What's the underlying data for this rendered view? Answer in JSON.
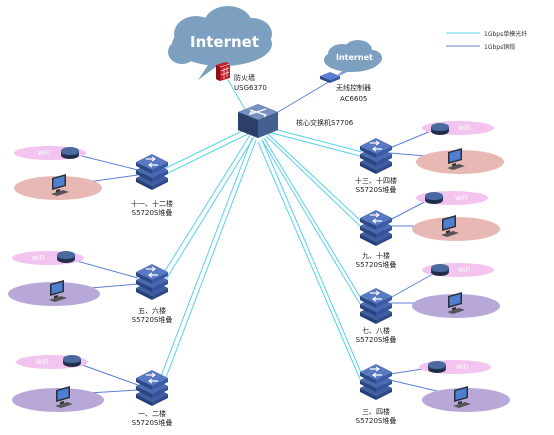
{
  "legend": {
    "items": [
      {
        "label": "1Gbps单模光纤",
        "color": "#5ad0ea"
      },
      {
        "label": "1Gbps铜缆",
        "color": "#5b7fd6"
      }
    ]
  },
  "internet_main": "Internet",
  "internet_small": "Internet",
  "firewall": {
    "name": "防火墙",
    "model": "USG6370"
  },
  "wireless_controller": {
    "name": "无线控制器",
    "model": "AC6605"
  },
  "core_switch": {
    "label": "核心交换机S7706"
  },
  "wifi_label": "WiFi",
  "floors_left": [
    {
      "floors": "十一、十二楼",
      "model": "S5720S堆叠"
    },
    {
      "floors": "五、六楼",
      "model": "S5720S堆叠"
    },
    {
      "floors": "一、二楼",
      "model": "S5720S堆叠"
    }
  ],
  "floors_right": [
    {
      "floors": "十三、十四楼",
      "model": "S5720S堆叠"
    },
    {
      "floors": "九、十楼",
      "model": "S5720S堆叠"
    },
    {
      "floors": "七、八楼",
      "model": "S5720S堆叠"
    },
    {
      "floors": "三、四楼",
      "model": "S5720S堆叠"
    }
  ],
  "colors": {
    "fiber": "#5ad0ea",
    "copper": "#5b7fd6",
    "cloud": "#7d9fc0",
    "switch": "#4b6bb0"
  }
}
